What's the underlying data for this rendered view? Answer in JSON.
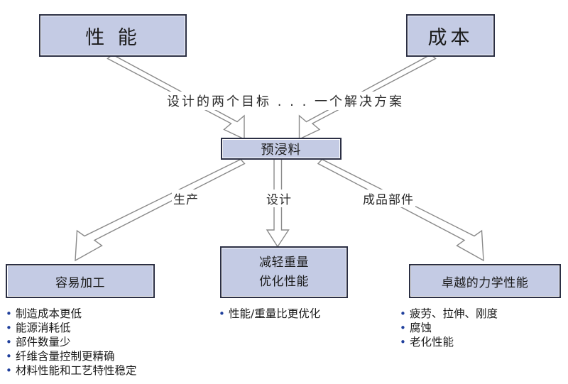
{
  "diagram": {
    "title": "预浸料设计目标图",
    "colors": {
      "node_fill": "#c4cbe4",
      "node_border": "#2b2f44",
      "arrow_stroke": "#8a8a8a",
      "bullet_dot": "#1f3f9c",
      "text": "#1b1b1b",
      "background": "#ffffff"
    },
    "top_nodes": [
      {
        "id": "performance",
        "label": "性 能"
      },
      {
        "id": "cost",
        "label": "成本"
      }
    ],
    "main_label": "设计的两个目标 . . . 一个解决方案",
    "center_node": {
      "id": "prepreg",
      "label": "预浸料"
    },
    "branch_labels": [
      {
        "id": "production",
        "label": "生产"
      },
      {
        "id": "design",
        "label": "设计"
      },
      {
        "id": "finished-part",
        "label": "成品部件"
      }
    ],
    "bottom_nodes": [
      {
        "id": "easy-processing",
        "lines": [
          "容易加工"
        ]
      },
      {
        "id": "weight-performance",
        "lines": [
          "减轻重量",
          "优化性能"
        ]
      },
      {
        "id": "mechanical",
        "lines": [
          "卓越的力学性能"
        ]
      }
    ],
    "bullet_groups": [
      {
        "id": "easy-processing-bullets",
        "items": [
          "制造成本更低",
          "能源消耗低",
          "部件数量少",
          "纤维含量控制更精确",
          "材料性能和工艺特性稳定"
        ]
      },
      {
        "id": "weight-performance-bullets",
        "items": [
          "性能/重量比更优化"
        ]
      },
      {
        "id": "mechanical-bullets",
        "items": [
          "疲劳、拉伸、刚度",
          "腐蚀",
          "老化性能"
        ]
      }
    ],
    "bullet_symbol": "•"
  }
}
